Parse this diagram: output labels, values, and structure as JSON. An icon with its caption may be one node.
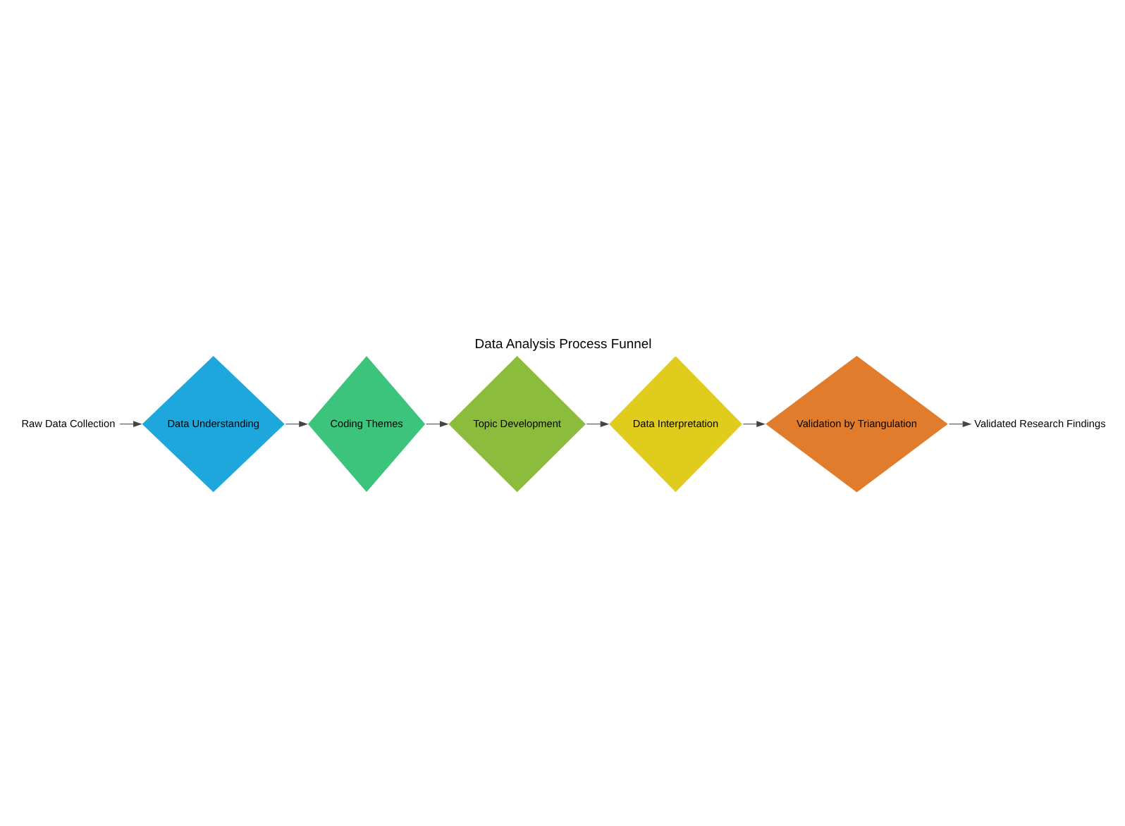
{
  "diagram": {
    "title": "Data Analysis Process Funnel",
    "nodes": [
      {
        "text": [
          "Raw Data Collection"
        ]
      },
      {
        "text": [
          "Data Understanding"
        ]
      },
      {
        "text": [
          "Coding Themes"
        ]
      },
      {
        "text": [
          "Topic Development"
        ]
      },
      {
        "text": [
          "Data Interpretation"
        ]
      },
      {
        "text": [
          "Validation by Triangulation"
        ]
      },
      {
        "text": [
          "Validated Research Findings"
        ]
      }
    ],
    "edges": [
      {
        "from": 0,
        "to": 1,
        "arrow": "to"
      },
      {
        "from": 1,
        "to": 2,
        "arrow": "to"
      },
      {
        "from": 2,
        "to": 3,
        "arrow": "to"
      },
      {
        "from": 3,
        "to": 4,
        "arrow": "to"
      },
      {
        "from": 4,
        "to": 5,
        "arrow": "to"
      },
      {
        "from": 5,
        "to": 6,
        "arrow": "to"
      }
    ]
  }
}
